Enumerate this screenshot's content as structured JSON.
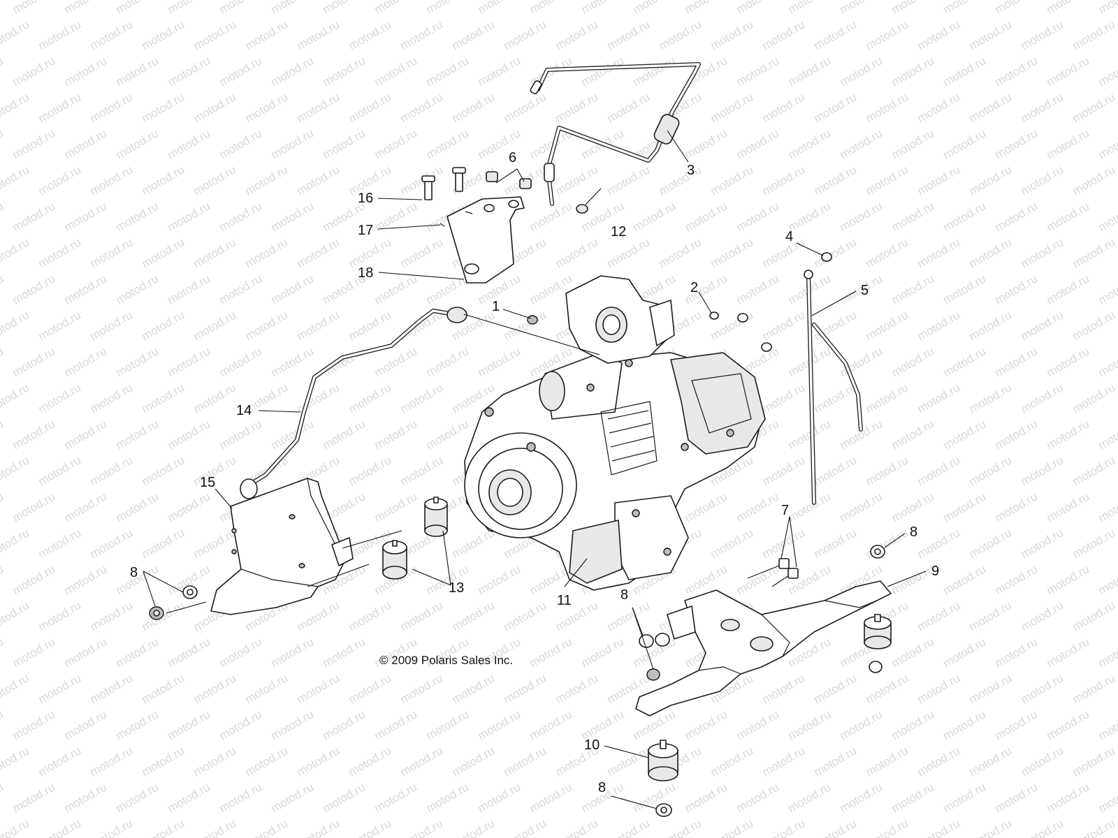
{
  "watermark_text": "motod.ru",
  "copyright": "© 2009 Polaris Sales Inc.",
  "callouts": [
    {
      "id": "c1",
      "label": "1"
    },
    {
      "id": "c2",
      "label": "2"
    },
    {
      "id": "c3",
      "label": "3"
    },
    {
      "id": "c4",
      "label": "4"
    },
    {
      "id": "c5",
      "label": "5"
    },
    {
      "id": "c6",
      "label": "6"
    },
    {
      "id": "c7",
      "label": "7"
    },
    {
      "id": "c8a",
      "label": "8"
    },
    {
      "id": "c8b",
      "label": "8"
    },
    {
      "id": "c8c",
      "label": "8"
    },
    {
      "id": "c8d",
      "label": "8"
    },
    {
      "id": "c9",
      "label": "9"
    },
    {
      "id": "c10",
      "label": "10"
    },
    {
      "id": "c11",
      "label": "11"
    },
    {
      "id": "c12",
      "label": "12"
    },
    {
      "id": "c13",
      "label": "13"
    },
    {
      "id": "c14",
      "label": "14"
    },
    {
      "id": "c15",
      "label": "15"
    },
    {
      "id": "c16",
      "label": "16"
    },
    {
      "id": "c17",
      "label": "17"
    },
    {
      "id": "c18",
      "label": "18"
    }
  ]
}
